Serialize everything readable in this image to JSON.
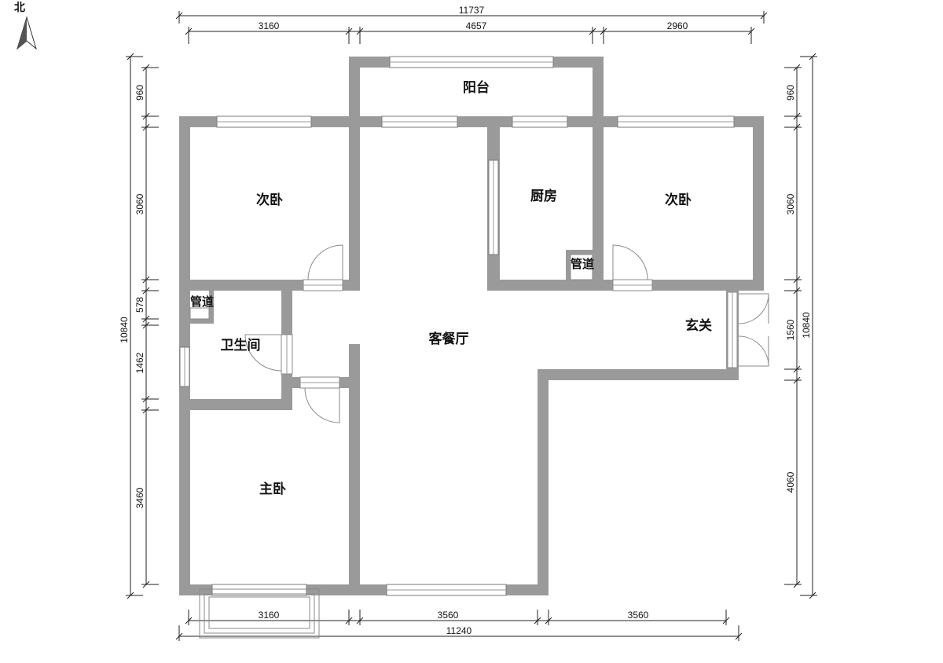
{
  "compass": {
    "label": "北"
  },
  "dimensions": {
    "top_total": "11737",
    "top_segments": [
      "3160",
      "4657",
      "2960"
    ],
    "bottom_segments": [
      "3160",
      "3560",
      "3560"
    ],
    "bottom_total": "11240",
    "left_total": "10840",
    "left_segments": [
      "960",
      "3060",
      "578",
      "1462",
      "3460"
    ],
    "right_total": "10840",
    "right_segments": [
      "960",
      "3060",
      "1560",
      "4060"
    ]
  },
  "rooms": {
    "balcony": "阳台",
    "bedroom_nw": "次卧",
    "kitchen": "厨房",
    "bedroom_ne": "次卧",
    "duct_kitchen": "管道",
    "duct_bath": "管道",
    "bathroom": "卫生间",
    "living_dining": "客餐厅",
    "entrance": "玄关",
    "master_bedroom": "主卧"
  },
  "colors": {
    "wall": "#9a9a9a",
    "line": "#222222"
  }
}
